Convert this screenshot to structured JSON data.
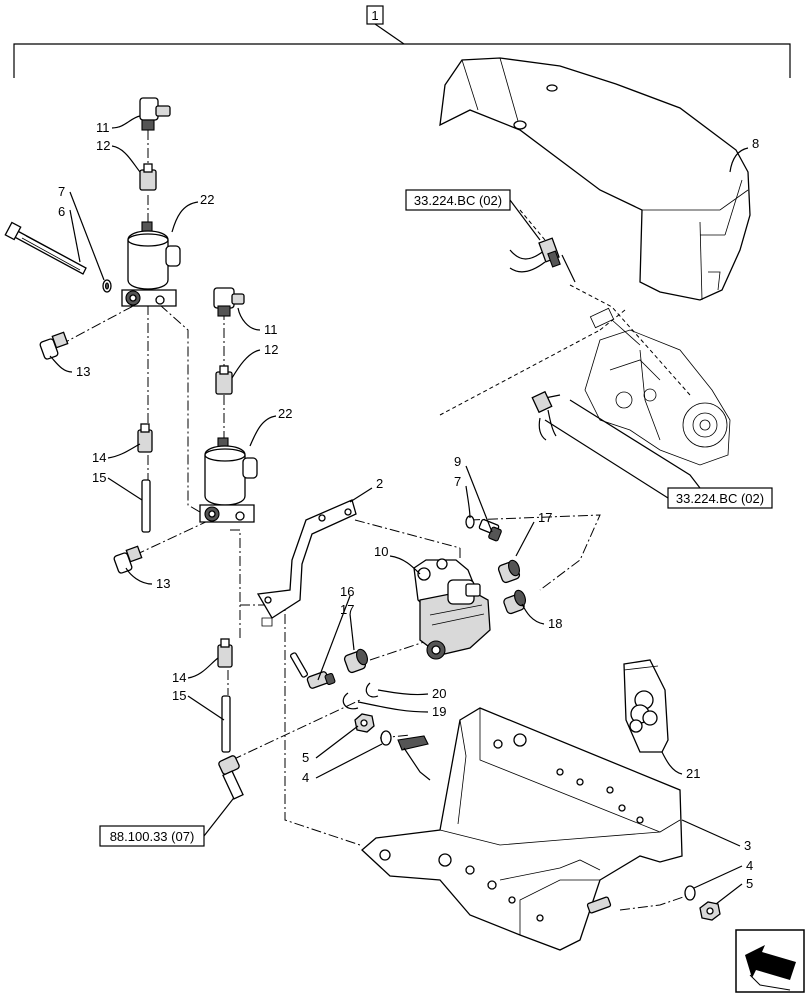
{
  "assembly_label": "1",
  "references": {
    "top": "33.224.BC (02)",
    "right": "33.224.BC (02)",
    "bottom": "88.100.33 (07)"
  },
  "callouts": {
    "c11a": "11",
    "c12a": "12",
    "c7a": "7",
    "c6": "6",
    "c22a": "22",
    "c13a": "13",
    "c11b": "11",
    "c12b": "12",
    "c22b": "22",
    "c14a": "14",
    "c15a": "15",
    "c13b": "13",
    "c14b": "14",
    "c15b": "15",
    "c8": "8",
    "c2": "2",
    "c9": "9",
    "c7b": "7",
    "c17a": "17",
    "c10": "10",
    "c16": "16",
    "c17b": "17",
    "c18": "18",
    "c20": "20",
    "c19": "19",
    "c5a": "5",
    "c4a": "4",
    "c21": "21",
    "c3": "3",
    "c4b": "4",
    "c5b": "5"
  },
  "icons": {
    "nav": "arrow-navigation-icon"
  }
}
